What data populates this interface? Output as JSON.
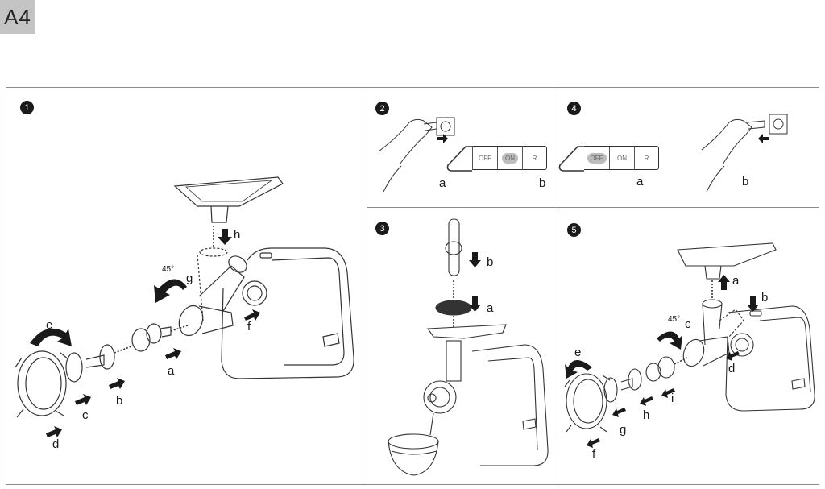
{
  "page": {
    "tag": "A4"
  },
  "steps": [
    {
      "number": "1",
      "labels": {
        "a": "a",
        "b": "b",
        "c": "c",
        "d": "d",
        "e": "e",
        "f": "f",
        "g": "g",
        "h": "h"
      },
      "angle": "45°"
    },
    {
      "number": "2",
      "labels": {
        "a": "a",
        "b": "b"
      },
      "control_panel": {
        "buttons": [
          "OFF",
          "ON",
          "R"
        ],
        "highlighted": "ON"
      }
    },
    {
      "number": "3",
      "labels": {
        "a": "a",
        "b": "b"
      }
    },
    {
      "number": "4",
      "labels": {
        "a": "a",
        "b": "b"
      },
      "control_panel": {
        "buttons": [
          "OFF",
          "ON",
          "R"
        ],
        "highlighted": "OFF"
      }
    },
    {
      "number": "5",
      "labels": {
        "a": "a",
        "b": "b",
        "c": "c",
        "d": "d",
        "e": "e",
        "f": "f",
        "g": "g",
        "h": "h",
        "i": "i"
      },
      "angle": "45°"
    }
  ]
}
